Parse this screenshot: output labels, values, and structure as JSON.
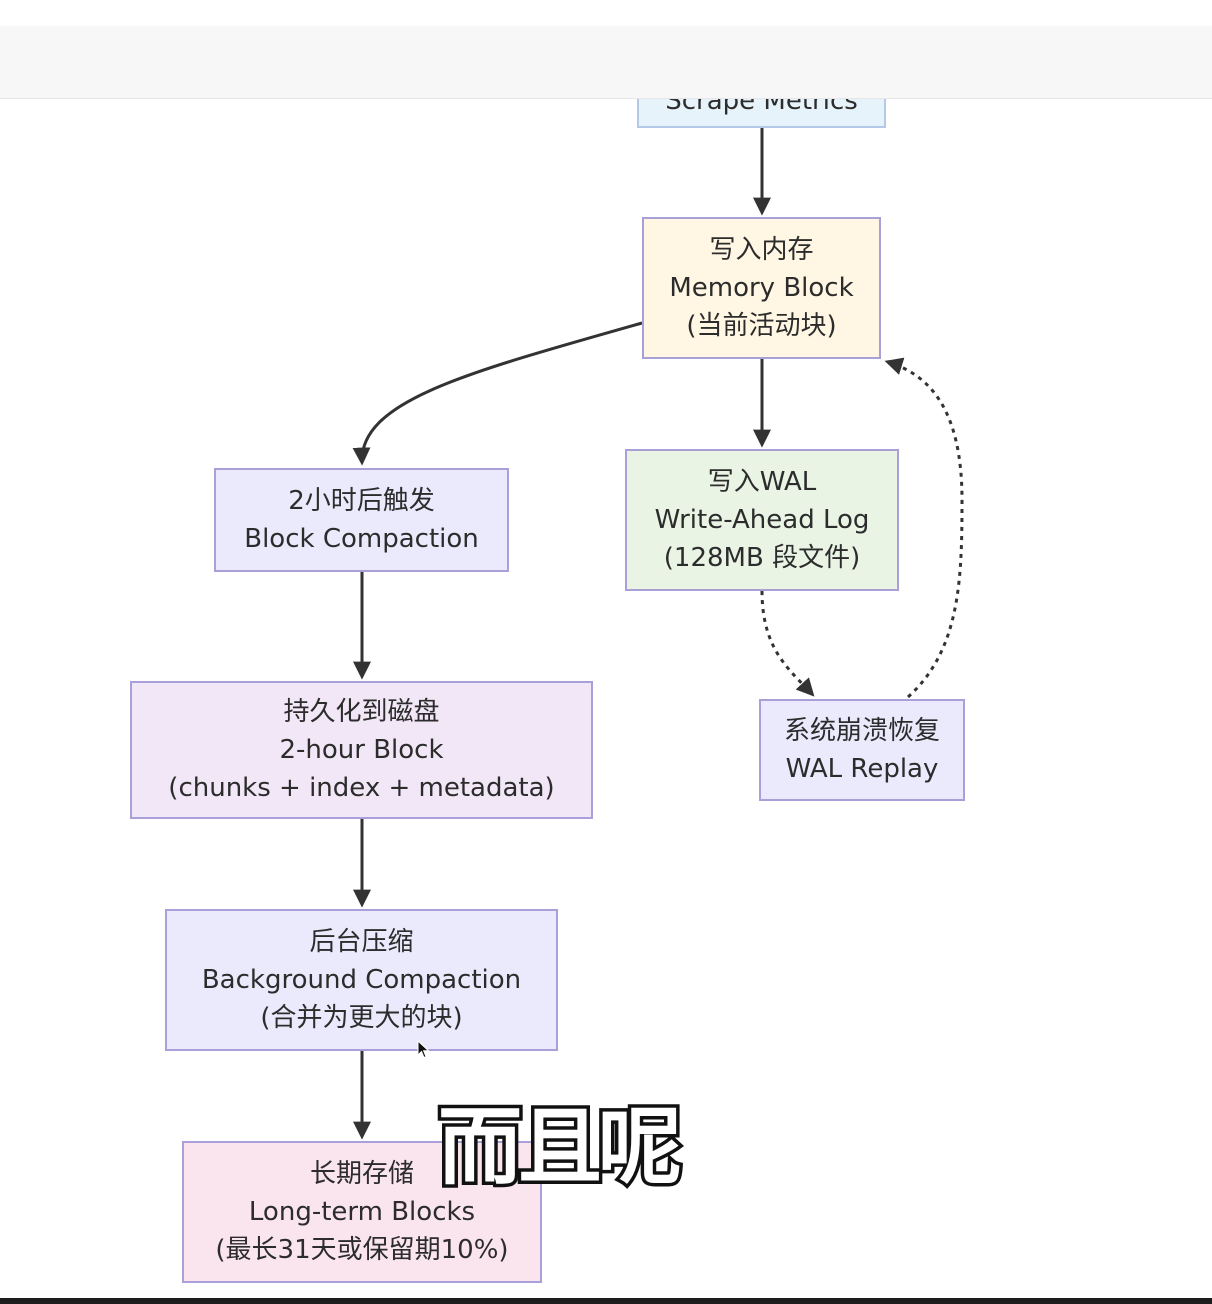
{
  "diagram": {
    "nodes": {
      "scrape": {
        "lines": [
          "Scrape Metrics"
        ]
      },
      "memory": {
        "lines": [
          "写入内存",
          "Memory Block",
          "(当前活动块)"
        ]
      },
      "wal": {
        "lines": [
          "写入WAL",
          "Write-Ahead Log",
          "(128MB 段文件)"
        ]
      },
      "trigger": {
        "lines": [
          "2小时后触发",
          "Block Compaction"
        ]
      },
      "recover": {
        "lines": [
          "系统崩溃恢复",
          "WAL Replay"
        ]
      },
      "persist": {
        "lines": [
          "持久化到磁盘",
          "2-hour Block",
          "(chunks + index + metadata)"
        ]
      },
      "bgcompact": {
        "lines": [
          "后台压缩",
          "Background Compaction",
          "(合并为更大的块)"
        ]
      },
      "longterm": {
        "lines": [
          "长期存储",
          "Long-term Blocks",
          "(最长31天或保留期10%)"
        ]
      }
    },
    "edges": [
      {
        "from": "scrape",
        "to": "memory",
        "style": "solid"
      },
      {
        "from": "memory",
        "to": "trigger",
        "style": "solid"
      },
      {
        "from": "memory",
        "to": "wal",
        "style": "solid"
      },
      {
        "from": "wal",
        "to": "recover",
        "style": "dashed"
      },
      {
        "from": "recover",
        "to": "memory",
        "style": "dashed"
      },
      {
        "from": "trigger",
        "to": "persist",
        "style": "solid"
      },
      {
        "from": "persist",
        "to": "bgcompact",
        "style": "solid"
      },
      {
        "from": "bgcompact",
        "to": "longterm",
        "style": "solid"
      }
    ],
    "colors": {
      "edge": "#333333",
      "node_border": "#a99fd9"
    }
  },
  "overlay": {
    "subtitle": "而且呢"
  }
}
